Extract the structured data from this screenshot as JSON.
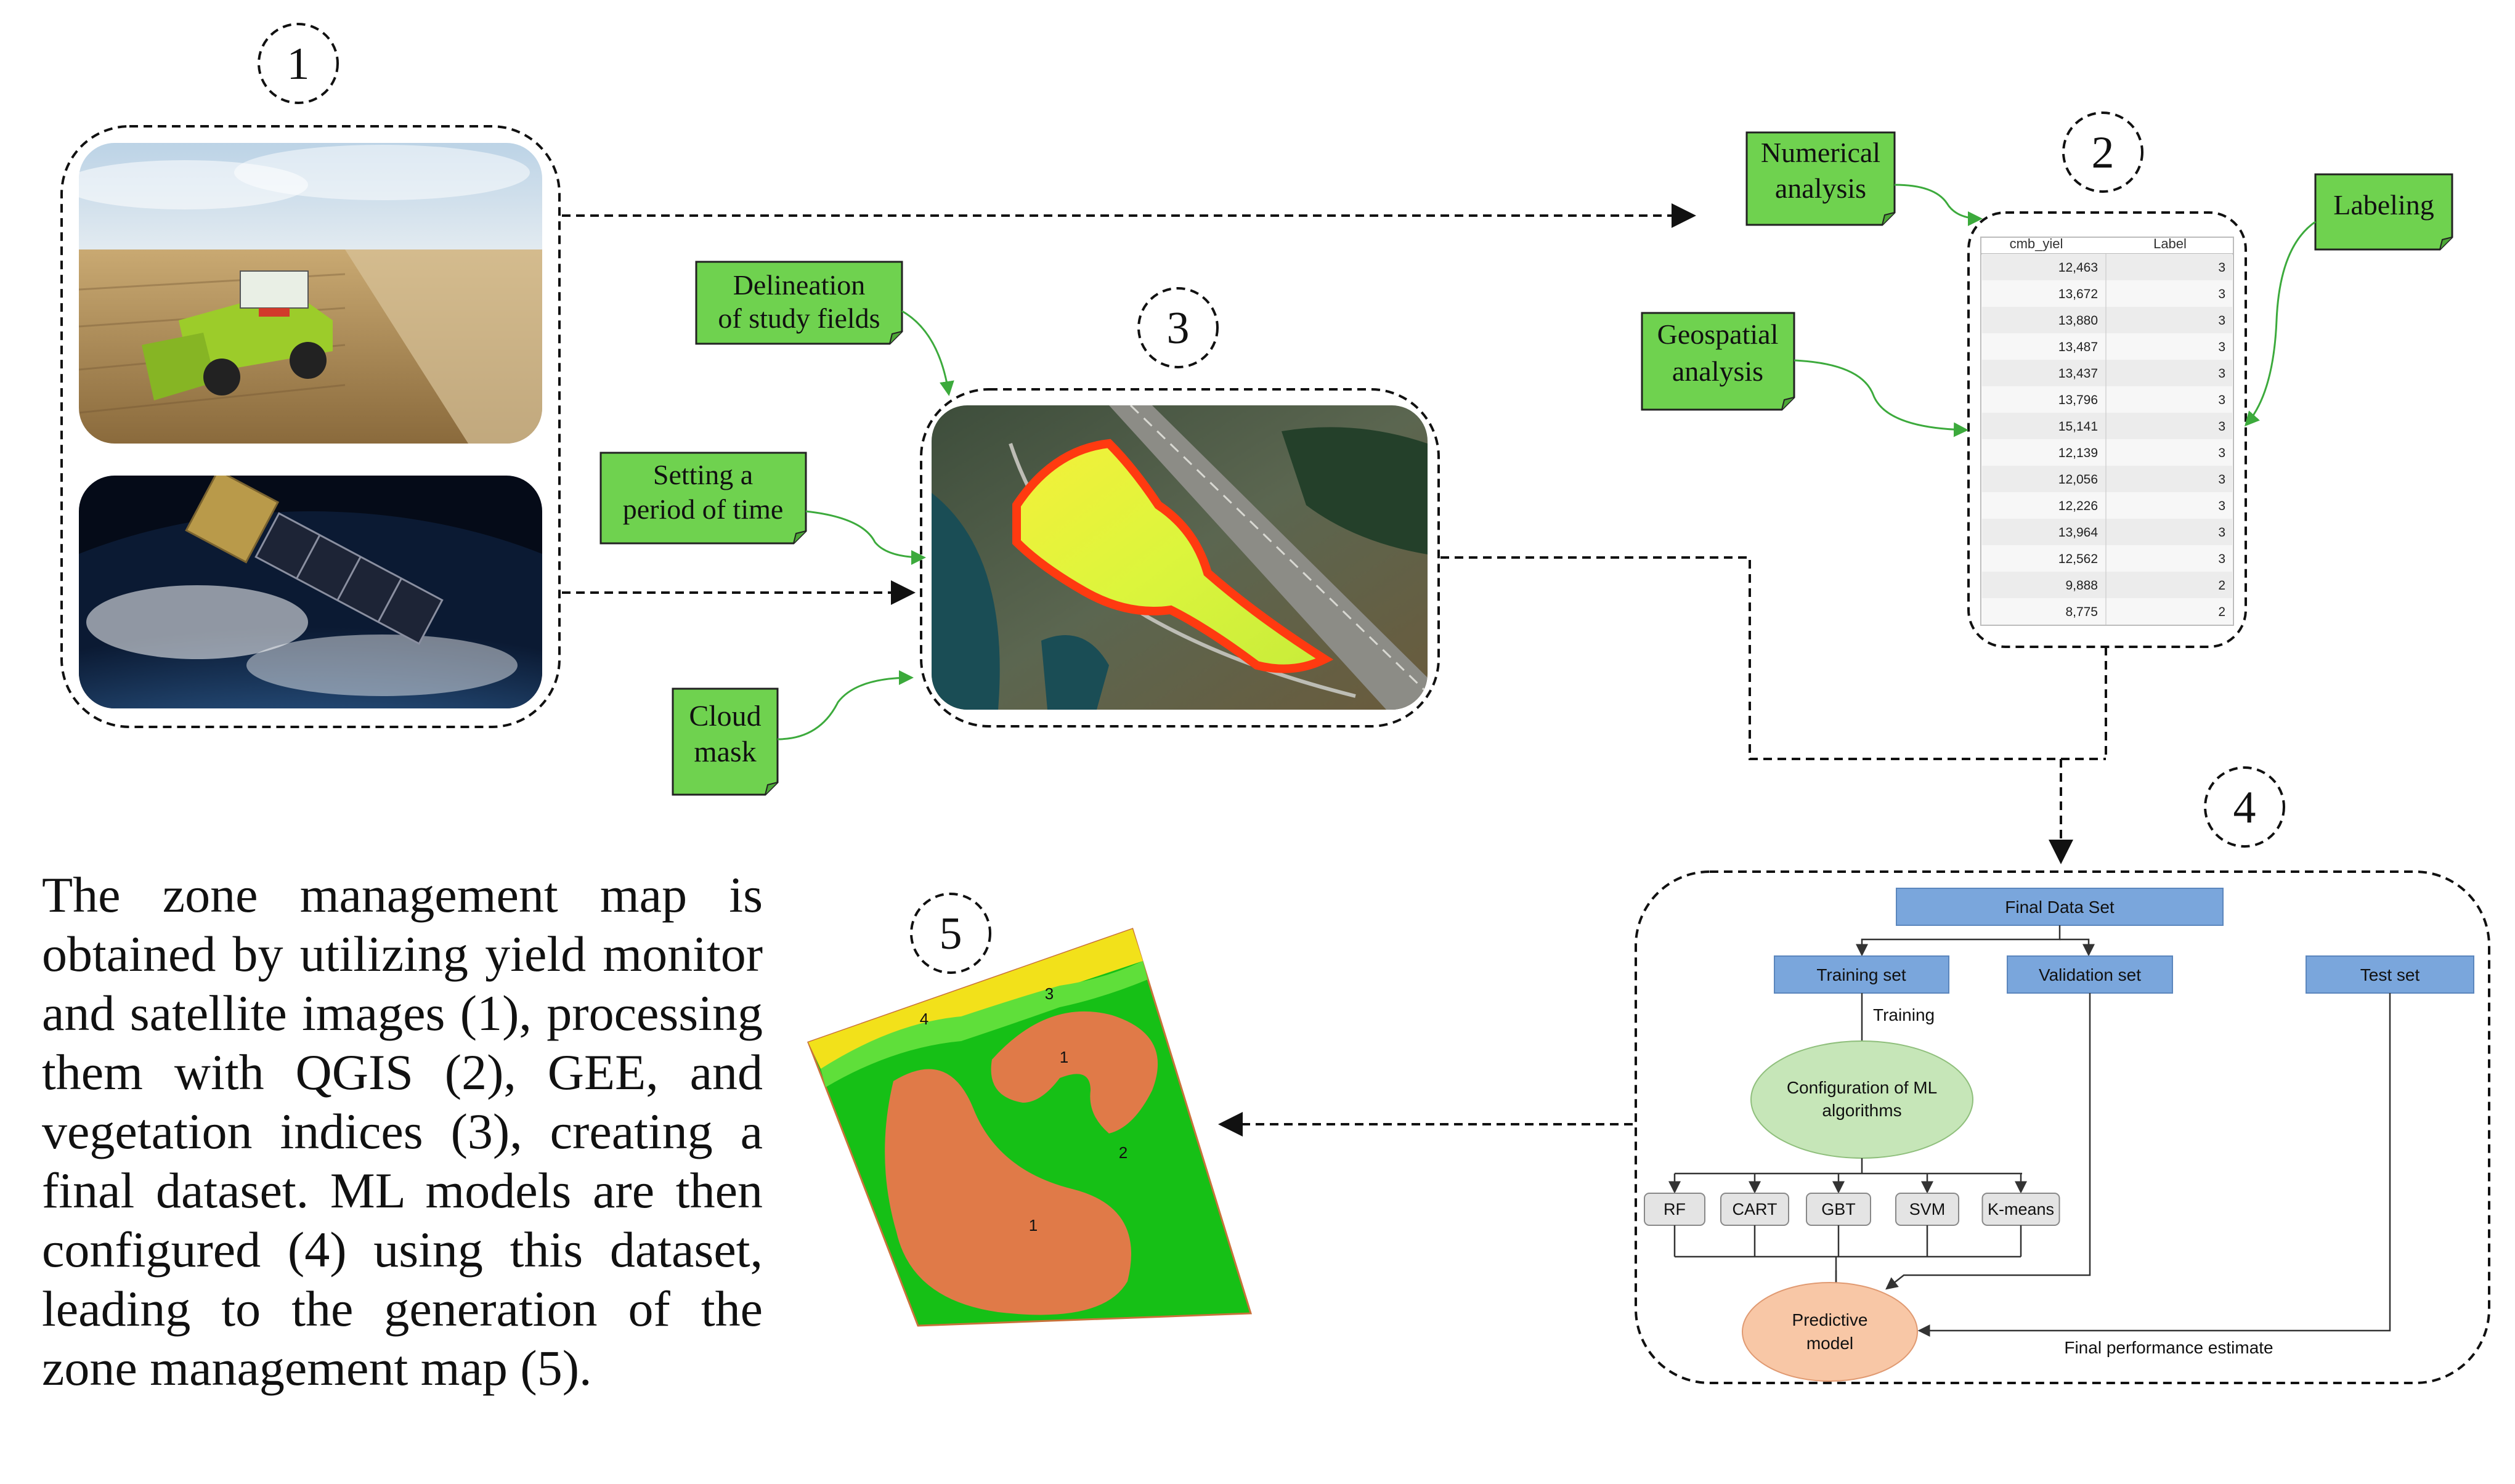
{
  "steps": [
    "1",
    "2",
    "3",
    "4",
    "5"
  ],
  "notes": {
    "numerical_analysis": [
      "Numerical",
      "analysis"
    ],
    "labeling": [
      "Labeling"
    ],
    "geospatial_analysis": [
      "Geospatial",
      "analysis"
    ],
    "delineation": [
      "Delineation",
      "of study fields"
    ],
    "period": [
      "Setting a",
      "period of time"
    ],
    "cloud_mask": [
      "Cloud",
      "mask"
    ]
  },
  "table": {
    "headers": [
      "cmb_yiel",
      "Label"
    ],
    "rows": [
      [
        "12,463",
        "3"
      ],
      [
        "13,672",
        "3"
      ],
      [
        "13,880",
        "3"
      ],
      [
        "13,487",
        "3"
      ],
      [
        "13,437",
        "3"
      ],
      [
        "13,796",
        "3"
      ],
      [
        "15,141",
        "3"
      ],
      [
        "12,139",
        "3"
      ],
      [
        "12,056",
        "3"
      ],
      [
        "12,226",
        "3"
      ],
      [
        "13,964",
        "3"
      ],
      [
        "12,562",
        "3"
      ],
      [
        "9,888",
        "2"
      ],
      [
        "8,775",
        "2"
      ]
    ]
  },
  "flowchart": {
    "final_data_set": "Final Data Set",
    "training_set": "Training set",
    "validation_set": "Validation set",
    "test_set": "Test set",
    "training_label": "Training",
    "config": [
      "Configuration of ML",
      "algorithms"
    ],
    "algorithms": [
      "RF",
      "CART",
      "GBT",
      "SVM",
      "K-means"
    ],
    "predictive": [
      "Predictive",
      "model"
    ],
    "final_estimate": "Final performance estimate"
  },
  "zone_map": {
    "labels": [
      "4",
      "3",
      "1",
      "2",
      "1"
    ]
  },
  "colors": {
    "note_fill": "#6fd24f",
    "flow_box": "#7aa6dc",
    "config_fill": "#c6e6b8",
    "predictive_fill": "#f8c7a6",
    "zone_green": "#16c016",
    "zone_orange": "#e07a48",
    "zone_yellow": "#f2e11a"
  },
  "caption": "The zone management map is obtained by utilizing yield monitor and satellite images (1), processing them with QGIS (2), GEE, and vegetation indices (3), creating a final dataset. ML models are then configured (4) using this dataset, leading to the generation of the zone management map (5)."
}
